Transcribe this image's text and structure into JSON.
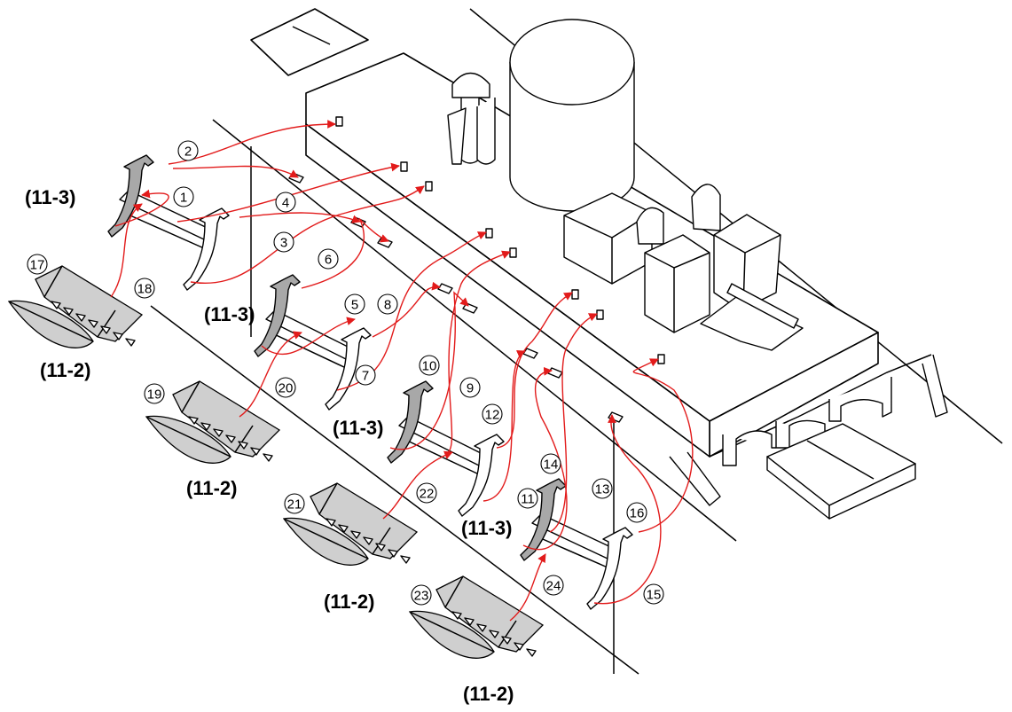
{
  "figure": {
    "group_labels": {
      "arm_pair": "(11-3)",
      "hull_pair": "(11-2)"
    },
    "step_numbers": [
      "1",
      "2",
      "3",
      "4",
      "5",
      "6",
      "7",
      "8",
      "9",
      "10",
      "11",
      "12",
      "13",
      "14",
      "15",
      "16",
      "17",
      "18",
      "19",
      "20",
      "21",
      "22",
      "23",
      "24"
    ],
    "colors": {
      "route": "#e21b1b",
      "part_fill": "#a8a8a8",
      "hull_fill": "#cfcfcf",
      "outline": "#000000"
    }
  }
}
